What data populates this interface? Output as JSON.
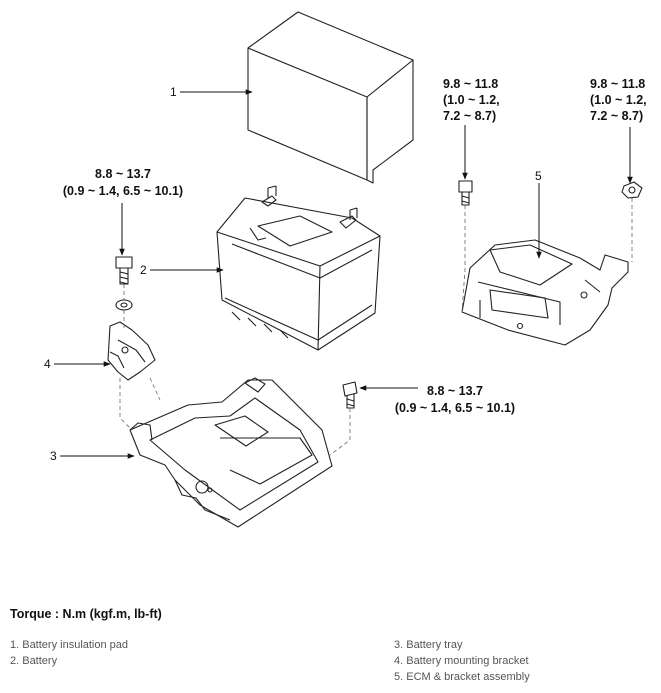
{
  "torque_specs": {
    "bolt_left": {
      "line1": "8.8 ~ 13.7",
      "line2": "(0.9 ~ 1.4, 6.5 ~ 10.1)"
    },
    "bolt_tray": {
      "line1": "8.8 ~ 13.7",
      "line2": "(0.9 ~ 1.4, 6.5 ~ 10.1)"
    },
    "bolt_ecm_left": {
      "line1": "9.8 ~ 11.8",
      "line2": "(1.0 ~ 1.2,",
      "line3": "7.2 ~ 8.7)"
    },
    "nut_ecm_right": {
      "line1": "9.8 ~ 11.8",
      "line2": "(1.0 ~ 1.2,",
      "line3": "7.2 ~ 8.7)"
    }
  },
  "callouts": {
    "c1": "1",
    "c2": "2",
    "c3": "3",
    "c4": "4",
    "c5": "5"
  },
  "torque_unit_title": "Torque : N.m (kgf.m, lb-ft)",
  "legend": {
    "item1": "1. Battery insulation pad",
    "item2": "2. Battery",
    "item3": "3. Battery tray",
    "item4": "4. Battery mounting bracket",
    "item5": "5. ECM & bracket assembly"
  }
}
